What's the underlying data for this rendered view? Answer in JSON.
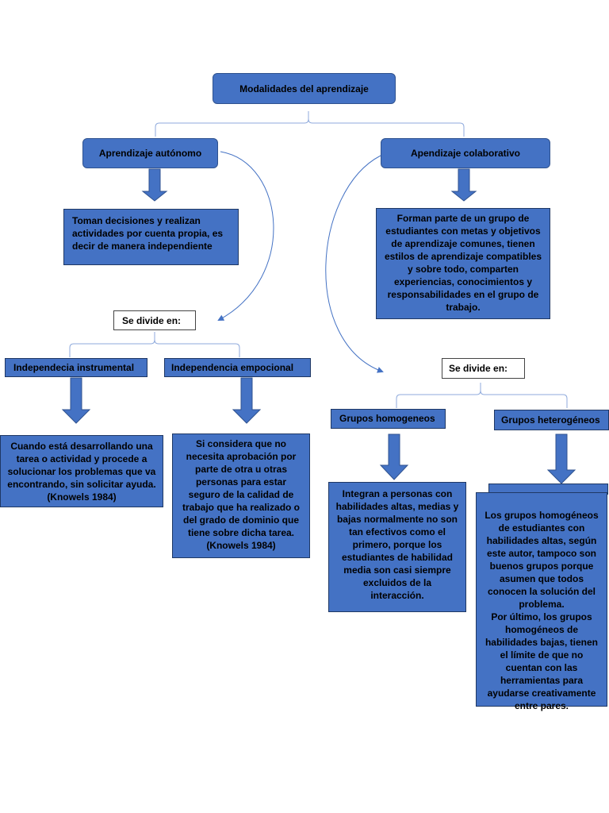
{
  "root": "Modalidades del aprendizaje",
  "left_branch": {
    "title": "Aprendizaje autónomo",
    "description": "Toman decisiones y realizan actividades por cuenta propia, es decir de manera independiente",
    "divides": "Se divide en:",
    "children": [
      {
        "title": "Independecia instrumental",
        "description": "Cuando está desarrollando una tarea o actividad y procede a solucionar los problemas que va encontrando, sin solicitar ayuda. (Knowels 1984)"
      },
      {
        "title": "Independencia empocional",
        "description": "Si considera que no necesita aprobación por parte de otra u otras personas para estar seguro de la calidad de trabajo que ha realizado o del grado de dominio que tiene sobre dicha tarea. (Knowels 1984)"
      }
    ]
  },
  "right_branch": {
    "title": "Apendizaje colaborativo",
    "description": "Forman parte de un grupo de estudiantes con metas y objetivos de aprendizaje comunes, tienen estilos de aprendizaje compatibles y sobre todo, comparten experiencias, conocimientos y responsabilidades en el grupo de trabajo.",
    "divides": "Se divide en:",
    "children": [
      {
        "title": "Grupos homogeneos",
        "description": "Integran a personas con habilidades altas, medias y bajas normalmente no son tan efectivos como el primero, porque los estudiantes de habilidad media son casi siempre excluidos de la interacción."
      },
      {
        "title": "Grupos heterogéneos",
        "description": "Los grupos homogéneos de estudiantes con habilidades altas, según este autor, tampoco son buenos grupos porque asumen que todos conocen la solución del problema.\nPor último, los grupos homogéneos de habilidades bajas, tienen el límite de que no cuentan con las herramientas para ayudarse creativamente entre pares."
      }
    ]
  },
  "colors": {
    "box": "#4472c4",
    "border": "#2f528f",
    "connector": "#8faadc",
    "arrow": "#4472c4"
  }
}
